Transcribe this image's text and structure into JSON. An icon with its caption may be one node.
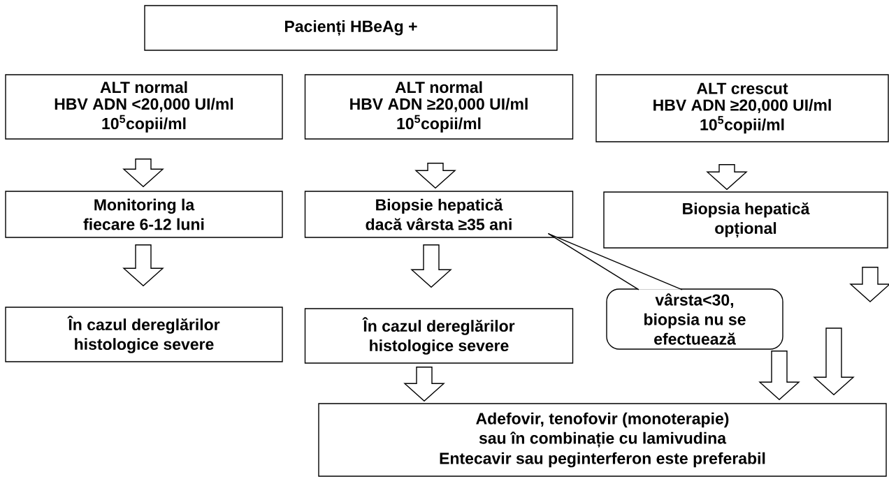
{
  "diagram": {
    "nodes": [
      {
        "text": [
          "Pacienți HBeAg +"
        ]
      },
      {
        "text": [
          "ALT normal",
          "HBV ADN <20,000 UI/ml 10$^{5}$copii/ml"
        ]
      },
      {
        "text": [
          "ALT normal",
          "HBV ADN ≥20,000 UI/ml 10$^{5}$copii/ml"
        ]
      },
      {
        "text": [
          "ALT crescut",
          "HBV ADN ≥20,000 UI/ml 10$^{5}$copii/ml"
        ]
      },
      {
        "text": [
          "Monitoring la fiecare 6-12 luni"
        ]
      },
      {
        "text": [
          "Biopsie hepatică dacă vârsta ≥35 ani"
        ]
      },
      {
        "text": [
          "Biopsia hepatică opțional"
        ]
      },
      {
        "text": [
          "În cazul dereglărilor histologice severe"
        ]
      },
      {
        "text": [
          "În cazul dereglărilor histologice severe"
        ]
      },
      {
        "text": [
          "vârsta<30, biopsia nu se efectuează"
        ]
      },
      {
        "text": [
          "Adefovir, tenofovir (monoterapie) sau în combinație cu lamivudina",
          "Entecavir sau peginterferon este preferabil"
        ]
      }
    ],
    "edges": [
      {
        "from": 1,
        "to": 4,
        "arrow": "to"
      },
      {
        "from": 2,
        "to": 5,
        "arrow": "to"
      },
      {
        "from": 3,
        "to": 6,
        "arrow": "to"
      },
      {
        "from": 4,
        "to": 7,
        "arrow": "to"
      },
      {
        "from": 5,
        "to": 8,
        "arrow": "to"
      },
      {
        "from": 8,
        "to": 10,
        "arrow": "to"
      },
      {
        "from": 9,
        "to": 10,
        "arrow": "to"
      },
      {
        "from": 6,
        "to": null,
        "arrow": "to"
      },
      {
        "from": null,
        "to": 10,
        "arrow": "to"
      },
      {
        "from": 9,
        "to": 5,
        "arrow": "none"
      }
    ]
  }
}
